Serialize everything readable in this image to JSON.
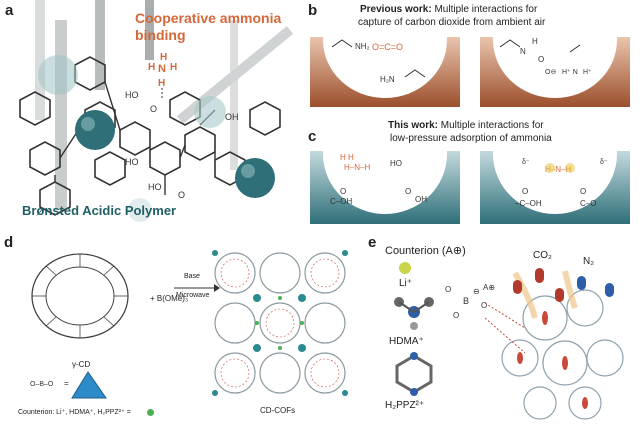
{
  "panel_a": {
    "label": "a",
    "title_line1": "Cooperative ammonia",
    "title_line2": "binding",
    "bottom_caption": "Brønsted Acidic Polymer",
    "colors": {
      "title": "#d4683a",
      "caption": "#1f5f66",
      "sphere": "#4f8f96"
    }
  },
  "panel_b": {
    "label": "b",
    "heading_bold": "Previous work:",
    "heading_rest": " Multiple interactions for",
    "heading_line2": "capture of carbon dioxide from ambient air",
    "colors": {
      "pore": "#b5673f"
    }
  },
  "panel_c": {
    "label": "c",
    "heading_bold": "This work:",
    "heading_rest": " Multiple interactions for",
    "heading_line2": "low-pressure adsorption of ammonia",
    "colors": {
      "pore": "#3a7f89"
    }
  },
  "panel_d": {
    "label": "d",
    "reagent": "+ B(OMe)₃",
    "arrow_top": "Base",
    "arrow_bottom": "Microwave",
    "gamma_cd_label": "γ-CD",
    "product_label": "CD-COFs",
    "counterion_line": "Counterion: Li⁺, HDMA⁺, H₂PPZ²⁺ ="
  },
  "panel_e": {
    "label": "e",
    "counterion_title": "Counterion (A⊕)",
    "li_label": "Li⁺",
    "hdma_label": "HDMA⁺",
    "h2ppz_label": "H₂PPZ²⁺",
    "co2_label": "CO₂",
    "n2_label": "N₂",
    "colors": {
      "li_sphere": "#c9d64a",
      "co2": "#b23a2b",
      "n2": "#2d5ea8"
    }
  }
}
